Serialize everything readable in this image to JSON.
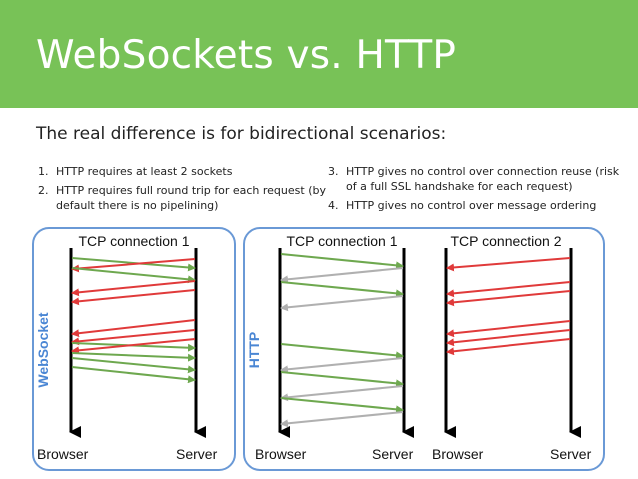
{
  "header": {
    "title": "WebSockets vs. HTTP",
    "color": "#78c257"
  },
  "subtitle": "The real difference is for bidirectional scenarios:",
  "points_left": [
    {
      "num": "1.",
      "text": "HTTP requires at least 2 sockets"
    },
    {
      "num": "2.",
      "text": "HTTP requires full round trip for each request (by default there is no pipelining)"
    }
  ],
  "points_right": [
    {
      "num": "3.",
      "text": "HTTP gives no control over connection reuse (risk of a full SSL handshake for each request)"
    },
    {
      "num": "4.",
      "text": "HTTP gives no control over message ordering"
    }
  ],
  "colors": {
    "panel_border": "#6a99d6",
    "side_label": "#4a86d4",
    "browser_to_server": "#6ea84f",
    "server_to_browser": "#e03a3a",
    "http_response": "#b0b0b0"
  },
  "panels": {
    "websocket": {
      "side_label": "WebSocket",
      "connection_title": "TCP connection 1",
      "browser_label": "Browser",
      "server_label": "Server"
    },
    "http": {
      "side_label": "HTTP",
      "connections": [
        {
          "title": "TCP connection 1",
          "browser_label": "Browser",
          "server_label": "Server"
        },
        {
          "title": "TCP connection 2",
          "browser_label": "Browser",
          "server_label": "Server"
        }
      ]
    }
  }
}
